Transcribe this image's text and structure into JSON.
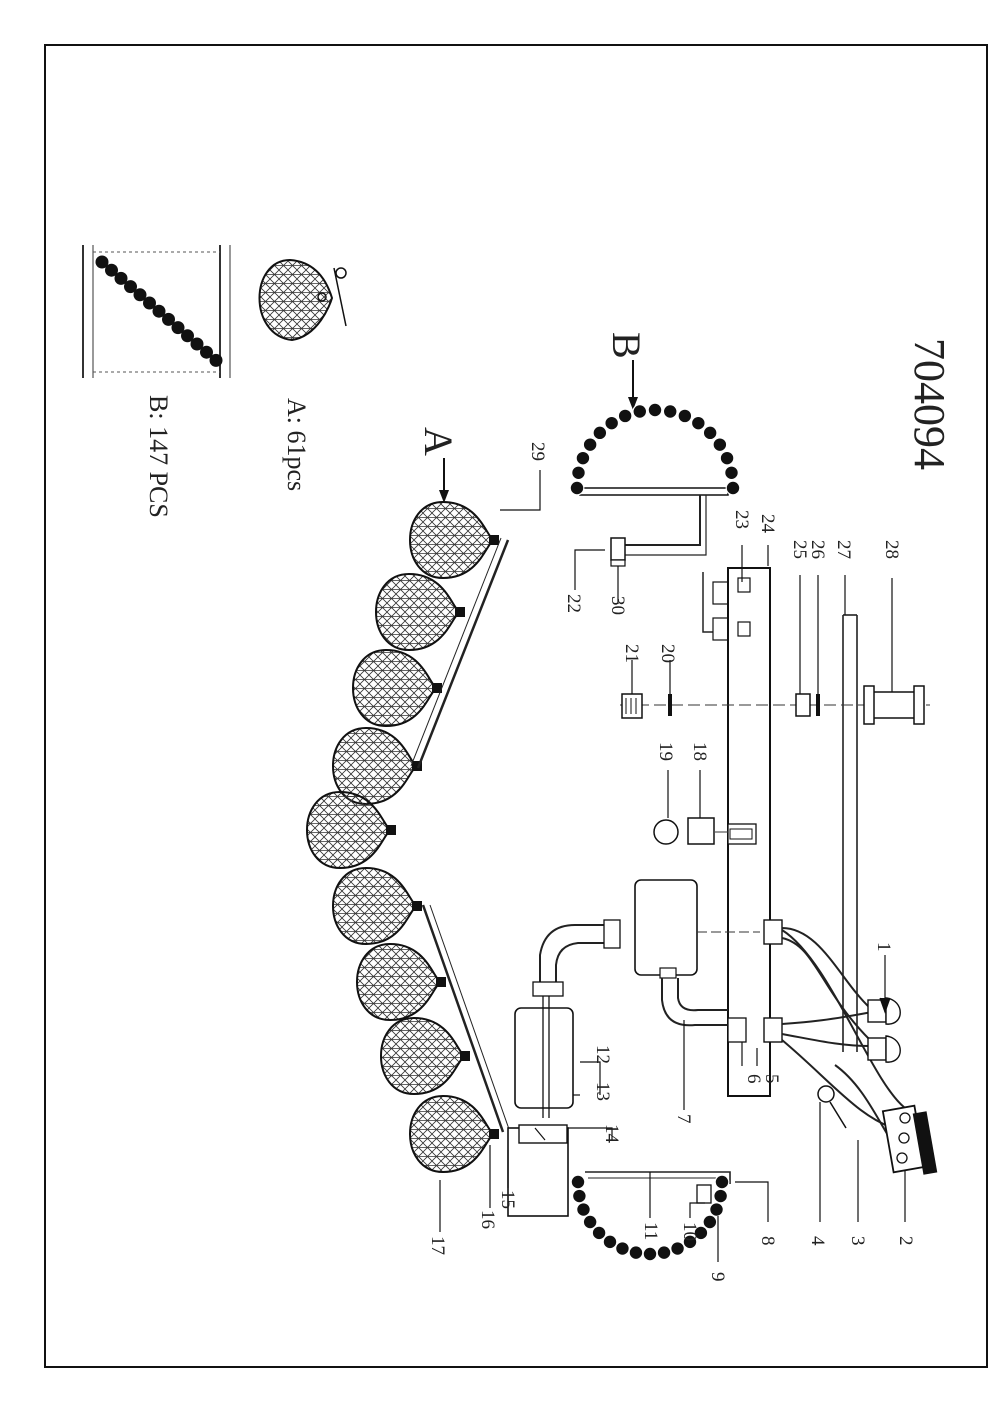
{
  "model_number": "704094",
  "group_labels": {
    "a": "A",
    "b": "B"
  },
  "legend": {
    "a_count": "A: 61pcs",
    "b_count": "B: 147 PCS"
  },
  "part_numbers": [
    "1",
    "2",
    "3",
    "4",
    "5",
    "6",
    "7",
    "8",
    "9",
    "10",
    "11",
    "12",
    "13",
    "14",
    "15",
    "16",
    "17",
    "18",
    "19",
    "20",
    "21",
    "22",
    "23",
    "24",
    "25",
    "26",
    "27",
    "28",
    "29",
    "30"
  ]
}
